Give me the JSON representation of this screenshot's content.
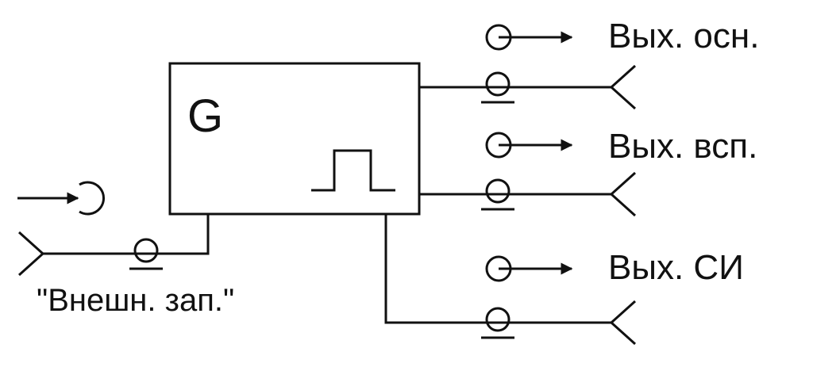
{
  "generator": {
    "symbol": "G",
    "pulse_icon": "rect-pulse-icon"
  },
  "outputs": [
    {
      "label": "Вых. осн.",
      "icon": "output-arrow-icon"
    },
    {
      "label": "Вых. всп.",
      "icon": "output-arrow-icon"
    },
    {
      "label": "Вых. СИ",
      "icon": "output-arrow-icon"
    }
  ],
  "input": {
    "label": "\"Внешн. зап.\"",
    "icon": "input-arrow-icon"
  },
  "colors": {
    "line": "#111111",
    "background": "#ffffff"
  }
}
